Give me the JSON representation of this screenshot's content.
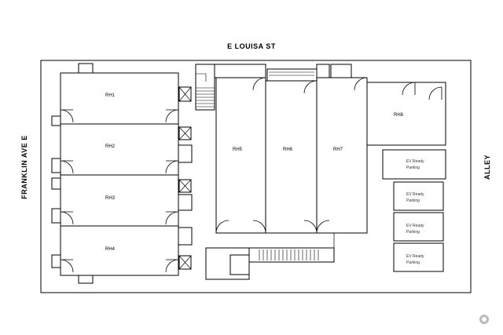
{
  "streets": {
    "north": "E LOUISA ST",
    "west": "FRANKLIN AVE E",
    "east": "ALLEY"
  },
  "units": {
    "rh1": "RH1",
    "rh2": "RH2",
    "rh3": "RH3",
    "rh4": "RH4",
    "rh5": "RH5",
    "rh6": "RH6",
    "rh7": "RH7",
    "rh8": "RH8"
  },
  "parking": {
    "line1": "EV Ready",
    "line2": "Parking"
  }
}
